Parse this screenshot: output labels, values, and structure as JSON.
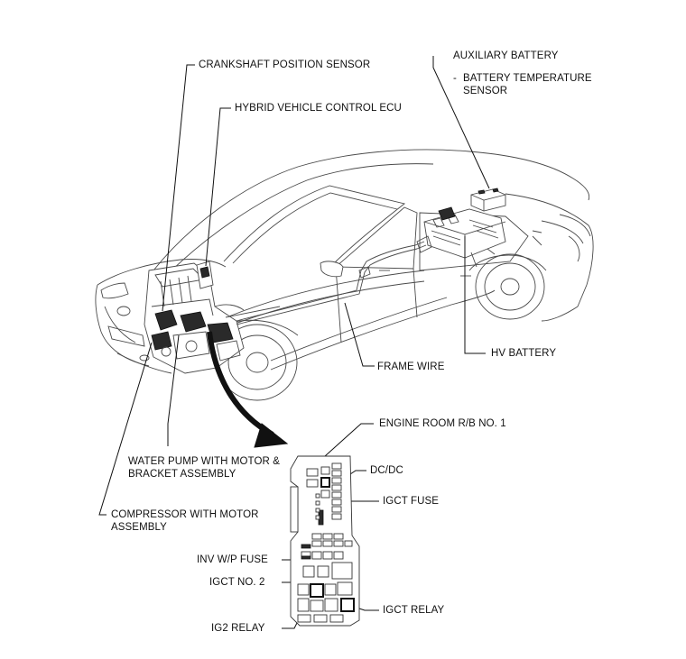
{
  "labels": {
    "crankshaft": "CRANKSHAFT POSITION SENSOR",
    "hv_ecu": "HYBRID VEHICLE CONTROL ECU",
    "aux_battery": "AUXILIARY BATTERY",
    "batt_temp_dash": "-",
    "batt_temp": "BATTERY TEMPERATURE\nSENSOR",
    "hv_battery": "HV BATTERY",
    "frame_wire": "FRAME WIRE",
    "engine_room_rb": "ENGINE ROOM R/B NO. 1",
    "dcdc": "DC/DC",
    "igct_fuse": "IGCT FUSE",
    "water_pump": "WATER PUMP WITH MOTOR &\nBRACKET ASSEMBLY",
    "compressor": "COMPRESSOR WITH MOTOR\nASSEMBLY",
    "inv_wp_fuse": "INV W/P FUSE",
    "igct_no2": "IGCT NO. 2",
    "igct_relay": "IGCT RELAY",
    "ig2_relay": "IG2 RELAY"
  }
}
